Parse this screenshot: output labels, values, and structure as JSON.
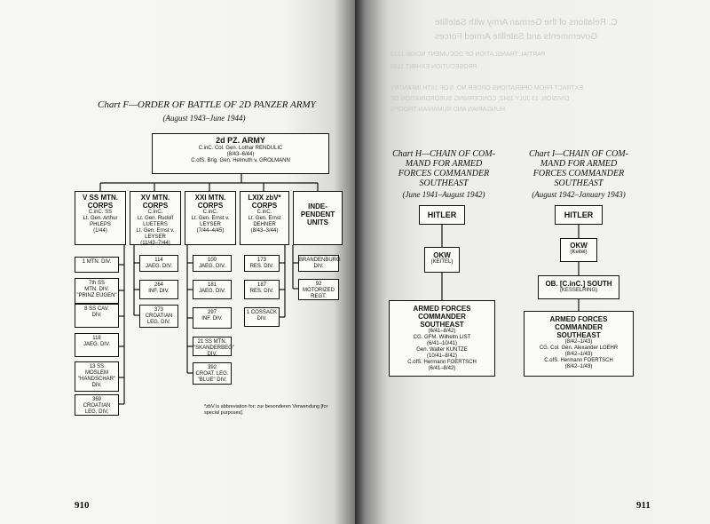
{
  "left": {
    "chart_title": "Chart F—ORDER OF BATTLE OF 2D PANZER ARMY",
    "chart_dates": "(August 1943–June 1944)",
    "army": {
      "title": "2d PZ. ARMY",
      "l1": "C.inC. Col. Gen. Lothar RENDULIC",
      "l2": "(8/43–6/44)",
      "l3": "C.ofS. Brig. Gen. Helmuth v. GROLMANN"
    },
    "corps": [
      {
        "t1": "V SS MTN.",
        "t2": "CORPS",
        "l1": "C.inC. SS",
        "l2": "Lt. Gen. Arthur",
        "l3": "PHLEPS",
        "l4": "(1/44)"
      },
      {
        "t1": "XV MTN.",
        "t2": "CORPS",
        "l1": "C.inC.",
        "l2": "Lt. Gen. Rudolf",
        "l3": "LUETERS",
        "l4": "Lt. Gen. Ernst v.",
        "l5": "LEYSER",
        "l6": "(11/43–7/44)"
      },
      {
        "t1": "XXI MTN.",
        "t2": "CORPS",
        "l1": "C.inC.",
        "l2": "Lt. Gen. Ernst v.",
        "l3": "LEYSER",
        "l4": "(7/44–4/45)"
      },
      {
        "t1": "LXIX zbV*",
        "t2": "CORPS",
        "l1": "C.inC.",
        "l2": "Lt. Gen. Ernst",
        "l3": "DEHNER",
        "l4": "(8/43–3/44)"
      },
      {
        "t1": "INDE-",
        "t2": "PENDENT",
        "t3": "UNITS"
      }
    ],
    "col1": [
      "1 MTN. DIV.",
      "7th SS|MTN. DIV.|\"PRINZ EUGEN\"",
      "8 SS CAV.|DIV.",
      "118|JAEG. DIV.",
      "13 SS|MOSLEM|\"HANDSCHAR\"|DIV.",
      "369|CROATIAN|LEG. DIV."
    ],
    "col2": [
      "114|JAEG. DIV.",
      "264|INF. DIV.",
      "373|CROATIAN|LEG. DIV."
    ],
    "col3": [
      "100|JAEG. DIV.",
      "181|JAEG. DIV.",
      "297|INF. DIV.",
      "21 SS MTN.|\"SKANDERBEG\"|DIV.",
      "392|CROAT. LEG.|\"BLUE\" DIV."
    ],
    "col4": [
      "173|RES. DIV.",
      "187|RES. DIV.",
      "1 COSSACK|DIV."
    ],
    "col5": [
      "BRANDENBURG|DIV.",
      "92|MOTORIZED|REGT."
    ],
    "footnote": "*zbV is abbreviation for: zur besonderen Verwendung [for special purposes].",
    "page_number": "910"
  },
  "right": {
    "ghost": [
      "C. Relations of the German Army with Satellite",
      "Governments and Satellite Armed Forces",
      "PARTIAL TRANSLATION OF DOCUMENT NOKW-1013",
      "PROSECUTION EXHIBIT 1169",
      "EXTRACT FROM OPERATIONS ORDER NO. 5 OF 18TH INFANTRY",
      "DIVISION, 13 JULY 1942, CONCERNING SUBORDINATION OF",
      "HUNGARIAN AND RUMANIAN TROOPS"
    ],
    "chart_h": {
      "title": [
        "Chart H—CHAIN OF COM-",
        "MAND FOR ARMED",
        "FORCES COMMANDER",
        "SOUTHEAST"
      ],
      "dates": "(June 1941–August 1942)",
      "hitler": "HITLER",
      "okw": [
        "OKW",
        "(KEITEL)"
      ],
      "afc": {
        "t": [
          "ARMED FORCES",
          "COMMANDER",
          "SOUTHEAST"
        ],
        "l": [
          "(6/41–8/42)",
          "CG. GFM. Wilhelm LIST",
          "(6/41–10/41)",
          "Gen. Walter KUNTZE",
          "(10/41–8/42)",
          "C.ofS. Hermann FOERTSCH",
          "(6/41–8/42)"
        ]
      }
    },
    "chart_i": {
      "title": [
        "Chart I—CHAIN OF COM-",
        "MAND FOR ARMED",
        "FORCES COMMANDER",
        "SOUTHEAST"
      ],
      "dates": "(August 1942–January 1943)",
      "hitler": "HITLER",
      "okw": [
        "OKW",
        "(Keitel)"
      ],
      "ob": [
        "OB. [C.inC.] SOUTH",
        "(KESSELRING)"
      ],
      "afc": {
        "t": [
          "ARMED FORCES",
          "COMMANDER",
          "SOUTHEAST"
        ],
        "l": [
          "(8/42–1/43)",
          "CG. Col. Gen. Alexander LOEHR",
          "(8/42–1/43)",
          "C.ofS. Hermann FOERTSCH",
          "(8/42–1/43)"
        ]
      }
    },
    "page_number": "911"
  }
}
